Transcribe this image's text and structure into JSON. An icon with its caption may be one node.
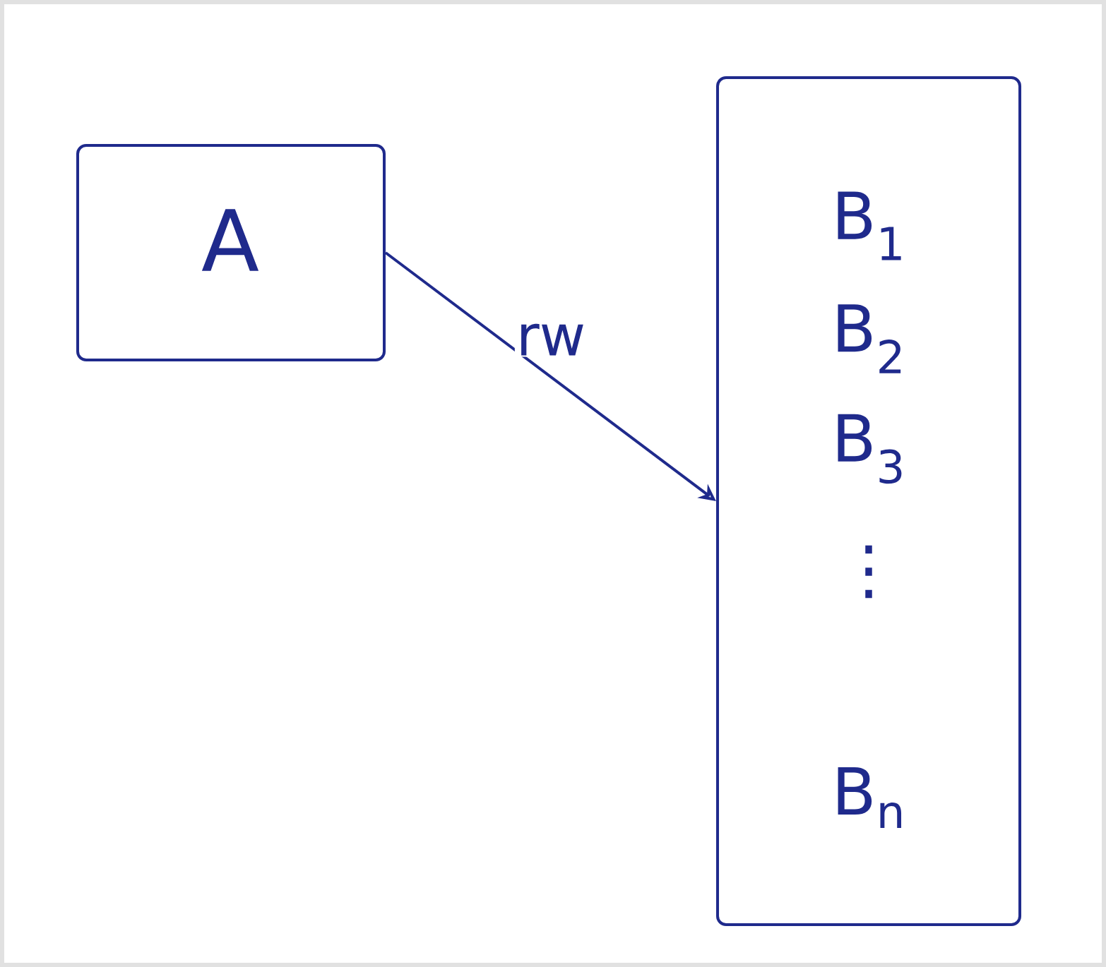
{
  "diagram": {
    "nodes": [
      {
        "text": [
          "A"
        ]
      },
      {
        "text": [
          "B$_{1}$",
          "B$_{2}$",
          "B$_{3}$",
          "⋮",
          "B$_{n}$"
        ]
      }
    ],
    "edges": [
      {
        "from": 0,
        "to": 1,
        "arrow": "to",
        "label": "rw"
      }
    ]
  }
}
